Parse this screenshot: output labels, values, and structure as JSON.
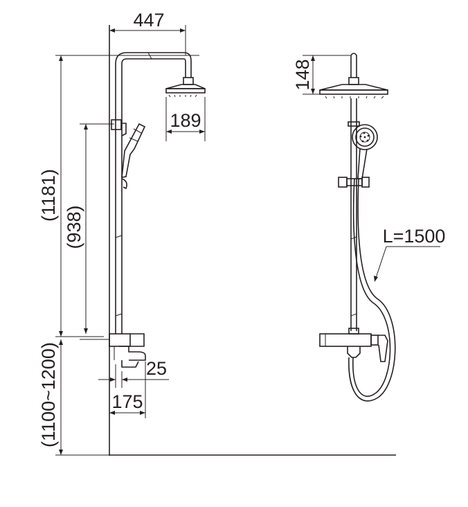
{
  "dimensions": {
    "width_447": "447",
    "head_189": "189",
    "height_1181": "(1181)",
    "height_938": "(938)",
    "mount_1100_1200": "(1100~1200)",
    "spout_25": "25",
    "spout_175": "175",
    "head_148": "148",
    "hose_length": "L=1500"
  }
}
